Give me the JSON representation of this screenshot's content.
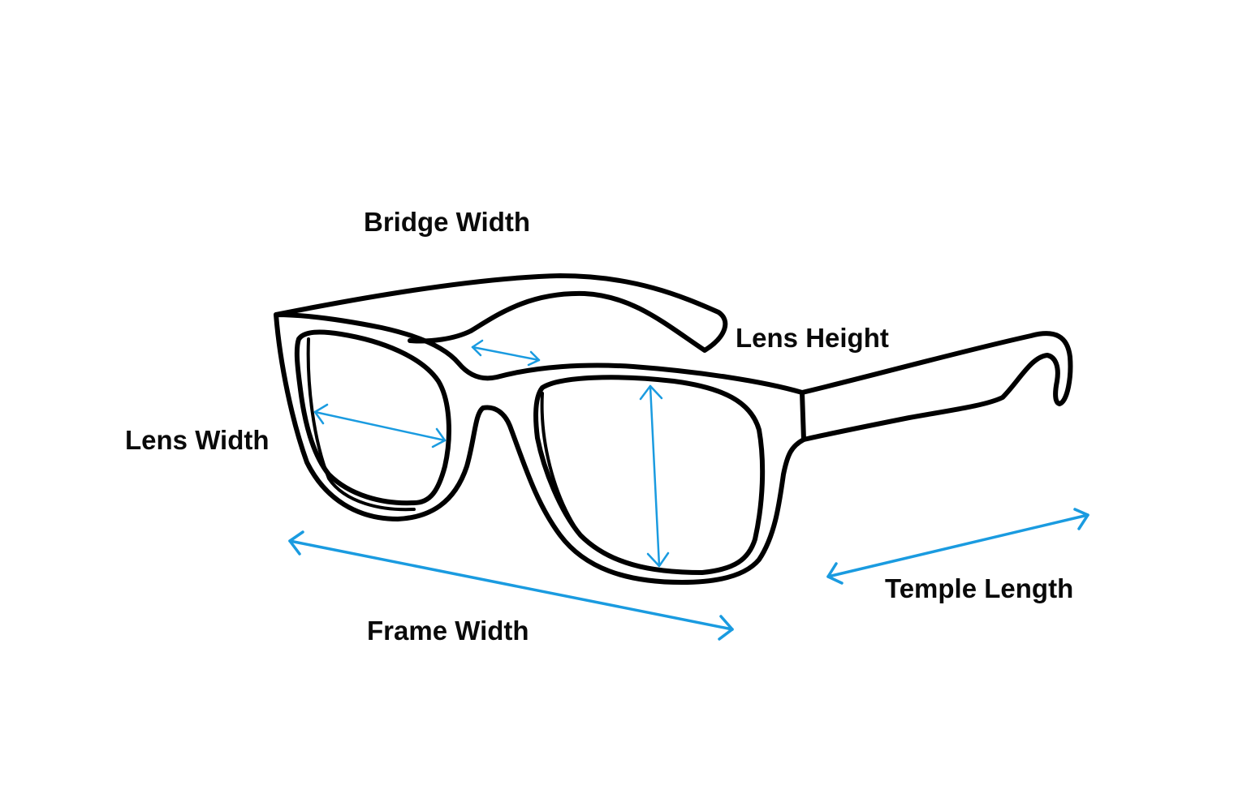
{
  "labels": {
    "bridge_width": "Bridge Width",
    "lens_height": "Lens Height",
    "lens_width": "Lens Width",
    "temple_length": "Temple Length",
    "frame_width": "Frame Width"
  },
  "colors": {
    "arrow": "#1a9be0",
    "outline": "#000000",
    "text": "#0a0a0a",
    "background": "#ffffff"
  }
}
